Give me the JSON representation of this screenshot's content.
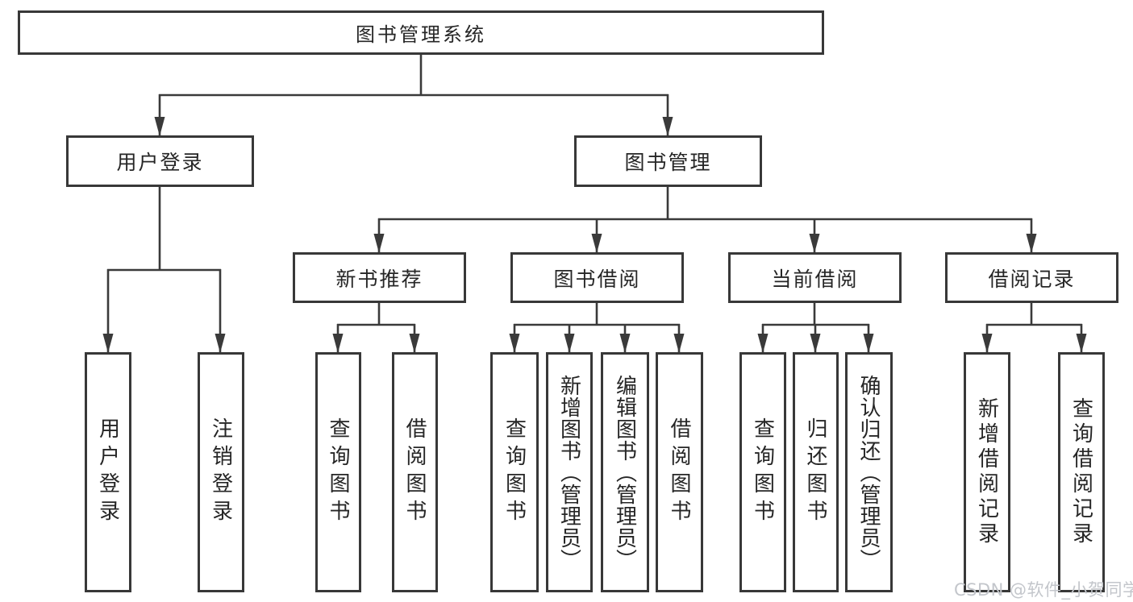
{
  "watermark": {
    "text": "CSDN @软件_小贺同学",
    "color": "#c3c6cb"
  },
  "colors": {
    "line": "#3a3a3a",
    "border": "#383838",
    "text": "#262626",
    "background": "#ffffff"
  },
  "tree": {
    "root": {
      "label": "图书管理系统",
      "children": [
        {
          "label": "用户登录",
          "children": [
            {
              "label": "用户登录"
            },
            {
              "label": "注销登录"
            }
          ]
        },
        {
          "label": "图书管理",
          "children": [
            {
              "label": "新书推荐",
              "children": [
                {
                  "label": "查询图书"
                },
                {
                  "label": "借阅图书"
                }
              ]
            },
            {
              "label": "图书借阅",
              "children": [
                {
                  "label": "查询图书"
                },
                {
                  "label": "新增图书（管理员）"
                },
                {
                  "label": "编辑图书（管理员）"
                },
                {
                  "label": "借阅图书"
                }
              ]
            },
            {
              "label": "当前借阅",
              "children": [
                {
                  "label": "查询图书"
                },
                {
                  "label": "归还图书"
                },
                {
                  "label": "确认归还（管理员）"
                }
              ]
            },
            {
              "label": "借阅记录",
              "children": [
                {
                  "label": "新增借阅记录"
                },
                {
                  "label": "查询借阅记录"
                }
              ]
            }
          ]
        }
      ]
    }
  }
}
